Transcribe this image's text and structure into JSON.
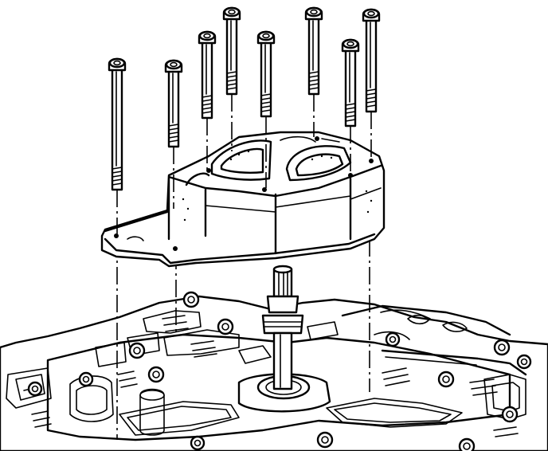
{
  "diagram": {
    "colors": {
      "ink": "#000000",
      "paper": "#ffffff"
    },
    "bolts": [
      {
        "name": "bolt-1"
      },
      {
        "name": "bolt-2"
      },
      {
        "name": "bolt-3"
      },
      {
        "name": "bolt-4"
      },
      {
        "name": "bolt-5"
      },
      {
        "name": "bolt-6"
      },
      {
        "name": "bolt-7"
      },
      {
        "name": "bolt-8"
      }
    ]
  }
}
